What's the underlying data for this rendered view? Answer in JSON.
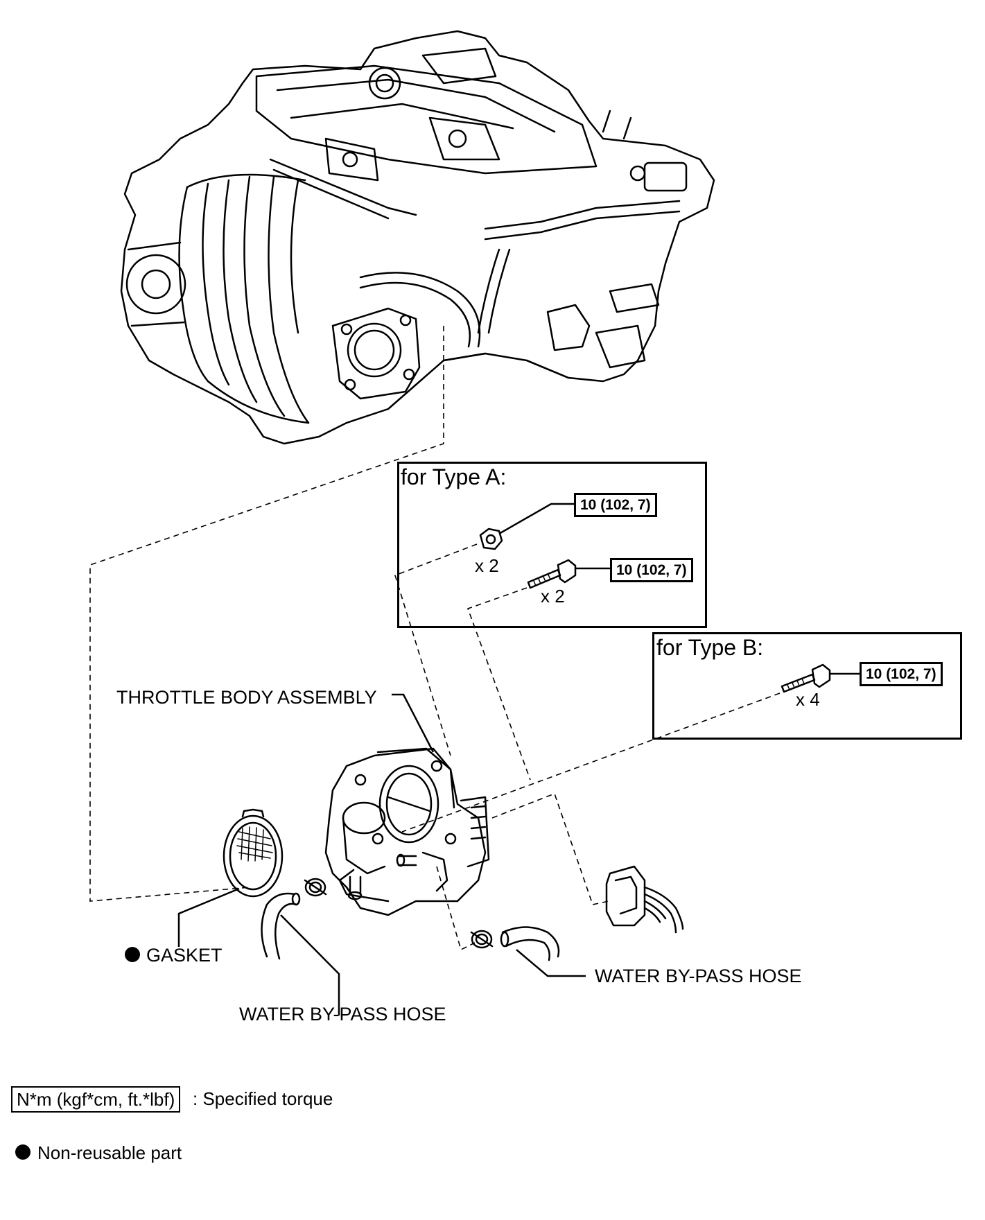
{
  "type_a": {
    "title": "for Type A:",
    "nut_torque": "10 (102, 7)",
    "nut_qty": "x 2",
    "bolt_torque": "10 (102, 7)",
    "bolt_qty": "x 2"
  },
  "type_b": {
    "title": "for Type B:",
    "bolt_torque": "10 (102, 7)",
    "bolt_qty": "x 4"
  },
  "labels": {
    "throttle_body": "THROTTLE BODY ASSEMBLY",
    "gasket": "GASKET",
    "hose_right": "WATER BY-PASS HOSE",
    "hose_left": "WATER BY-PASS HOSE"
  },
  "legend": {
    "torque_unit": "N*m (kgf*cm, ft.*lbf)",
    "torque_desc": ": Specified torque",
    "nonreusable": "Non-reusable part"
  }
}
